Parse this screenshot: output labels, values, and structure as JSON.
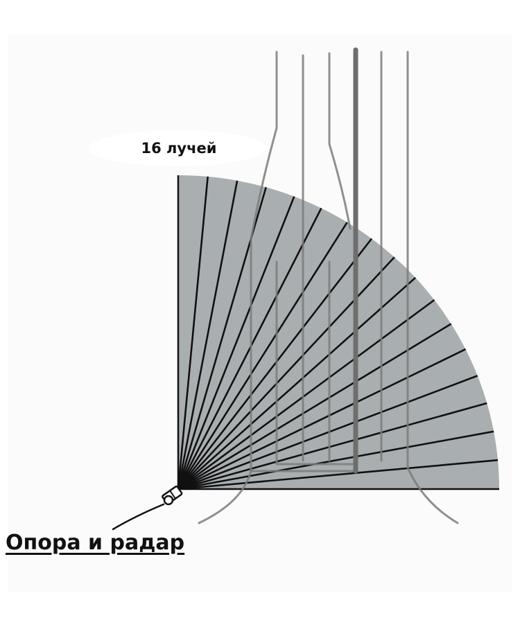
{
  "beams_label": "16 лучей",
  "support_label": "Опора и радар",
  "beam_count": 16,
  "colors": {
    "sector_fill": "#a9aeb1",
    "beam": "#111111",
    "trees": "#7b7b7b",
    "background": "#ffffff"
  },
  "icons": {
    "radar": "radar-sensor-icon"
  }
}
